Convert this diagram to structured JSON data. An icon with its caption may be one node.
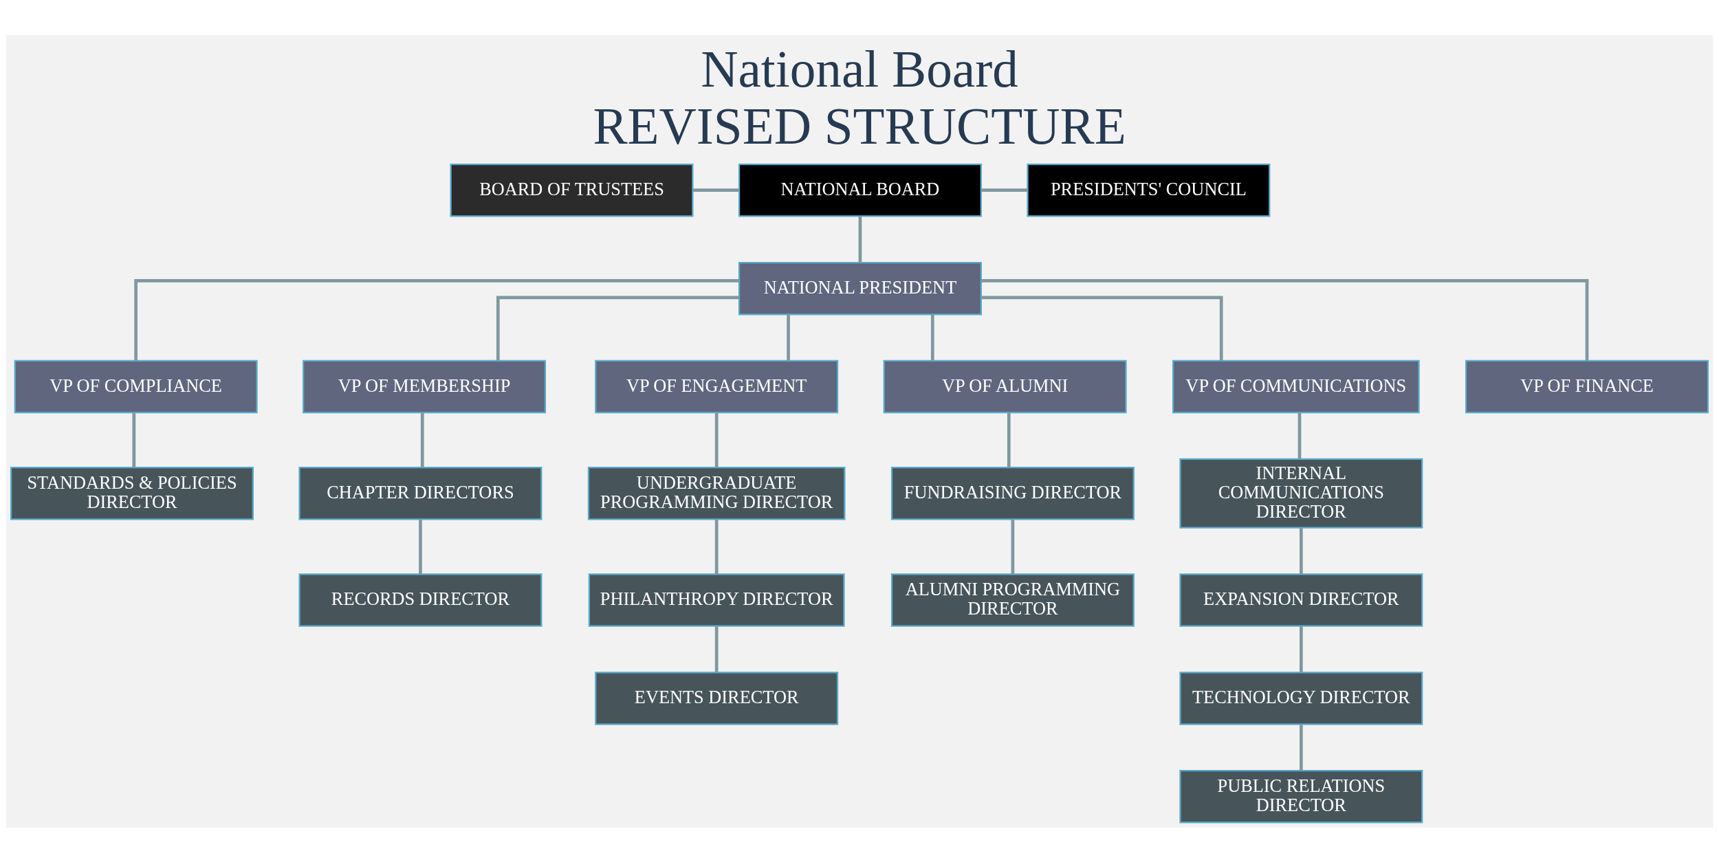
{
  "diagram": {
    "title": "National Board",
    "caption": "REVISED STRUCTURE",
    "nodes": [
      {
        "text": [
          "BOARD OF TRUSTEES"
        ]
      },
      {
        "text": [
          "NATIONAL BOARD"
        ]
      },
      {
        "text": [
          "PRESIDENTS' COUNCIL"
        ]
      },
      {
        "text": [
          "NATIONAL PRESIDENT"
        ]
      },
      {
        "text": [
          "VP OF COMPLIANCE"
        ]
      },
      {
        "text": [
          "VP OF MEMBERSHIP"
        ]
      },
      {
        "text": [
          "VP OF ENGAGEMENT"
        ]
      },
      {
        "text": [
          "VP OF ALUMNI"
        ]
      },
      {
        "text": [
          "VP OF COMMUNICATIONS"
        ]
      },
      {
        "text": [
          "VP OF FINANCE"
        ]
      },
      {
        "text": [
          "STANDARDS & POLICIES DIRECTOR"
        ]
      },
      {
        "text": [
          "CHAPTER DIRECTORS"
        ]
      },
      {
        "text": [
          "UNDERGRADUATE PROGRAMMING DIRECTOR"
        ]
      },
      {
        "text": [
          "FUNDRAISING DIRECTOR"
        ]
      },
      {
        "text": [
          "INTERNAL COMMUNICATIONS DIRECTOR"
        ]
      },
      {
        "text": [
          "RECORDS DIRECTOR"
        ]
      },
      {
        "text": [
          "PHILANTHROPY DIRECTOR"
        ]
      },
      {
        "text": [
          "ALUMNI PROGRAMMING DIRECTOR"
        ]
      },
      {
        "text": [
          "EXPANSION DIRECTOR"
        ]
      },
      {
        "text": [
          "EVENTS DIRECTOR"
        ]
      },
      {
        "text": [
          "TECHNOLOGY DIRECTOR"
        ]
      },
      {
        "text": [
          "PUBLIC RELATIONS DIRECTOR"
        ]
      }
    ],
    "edges": [
      {
        "from": 0,
        "to": 1,
        "arrow": "none"
      },
      {
        "from": 1,
        "to": 2,
        "arrow": "none"
      },
      {
        "from": 1,
        "to": 3,
        "arrow": "none"
      },
      {
        "from": 3,
        "to": 4,
        "arrow": "none"
      },
      {
        "from": 3,
        "to": 5,
        "arrow": "none"
      },
      {
        "from": 3,
        "to": 6,
        "arrow": "none"
      },
      {
        "from": 3,
        "to": 7,
        "arrow": "none"
      },
      {
        "from": 3,
        "to": 8,
        "arrow": "none"
      },
      {
        "from": 3,
        "to": 9,
        "arrow": "none"
      },
      {
        "from": 4,
        "to": 10,
        "arrow": "none"
      },
      {
        "from": 5,
        "to": 11,
        "arrow": "none"
      },
      {
        "from": 11,
        "to": 15,
        "arrow": "none"
      },
      {
        "from": 6,
        "to": 12,
        "arrow": "none"
      },
      {
        "from": 12,
        "to": 16,
        "arrow": "none"
      },
      {
        "from": 16,
        "to": 19,
        "arrow": "none"
      },
      {
        "from": 7,
        "to": 13,
        "arrow": "none"
      },
      {
        "from": 13,
        "to": 17,
        "arrow": "none"
      },
      {
        "from": 8,
        "to": 14,
        "arrow": "none"
      },
      {
        "from": 14,
        "to": 18,
        "arrow": "none"
      },
      {
        "from": 18,
        "to": 20,
        "arrow": "none"
      },
      {
        "from": 20,
        "to": 21,
        "arrow": "none"
      }
    ]
  }
}
